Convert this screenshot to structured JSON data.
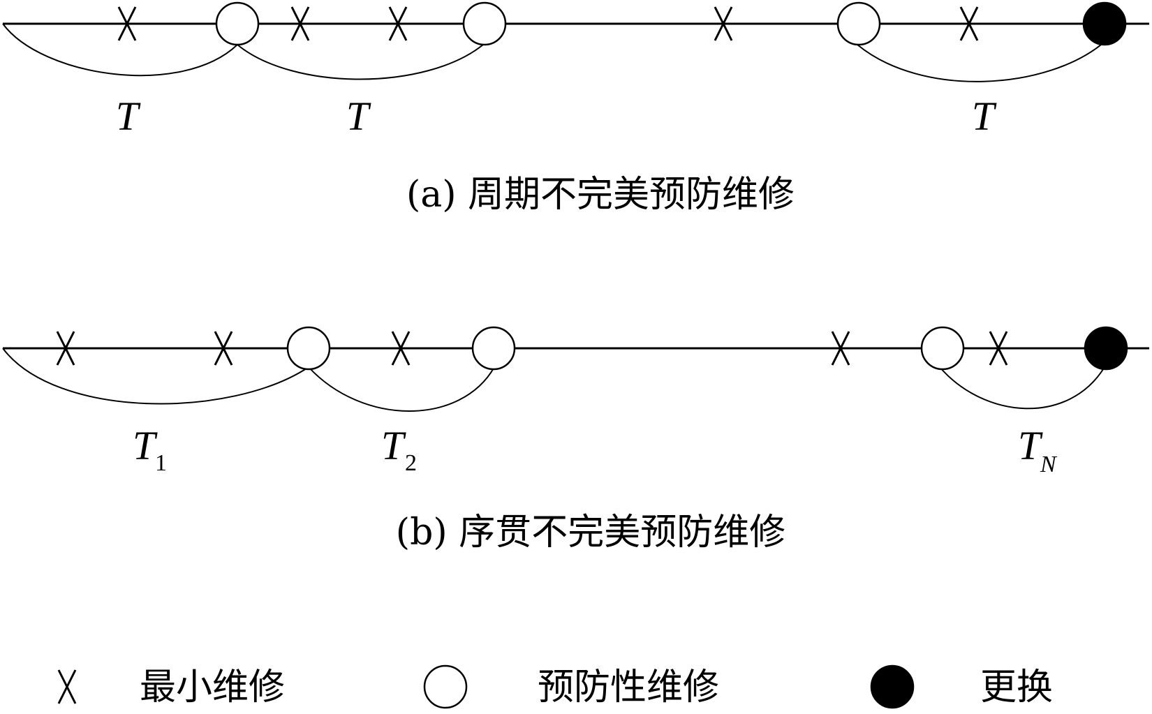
{
  "diagram_a": {
    "caption": "(a) 周期不完美预防维修",
    "period_labels": [
      "T",
      "T",
      "T"
    ]
  },
  "diagram_b": {
    "caption": "(b) 序贯不完美预防维修",
    "period_labels": [
      {
        "main": "T",
        "sub": "1"
      },
      {
        "main": "T",
        "sub": "2"
      },
      {
        "main": "T",
        "sub": "N"
      }
    ]
  },
  "legend": {
    "minimal_repair": "最小维修",
    "preventive_maintenance": "预防性维修",
    "replacement": "更换"
  },
  "colors": {
    "line": "#000000",
    "replacement_fill": "#000000",
    "pm_fill": "#ffffff"
  }
}
